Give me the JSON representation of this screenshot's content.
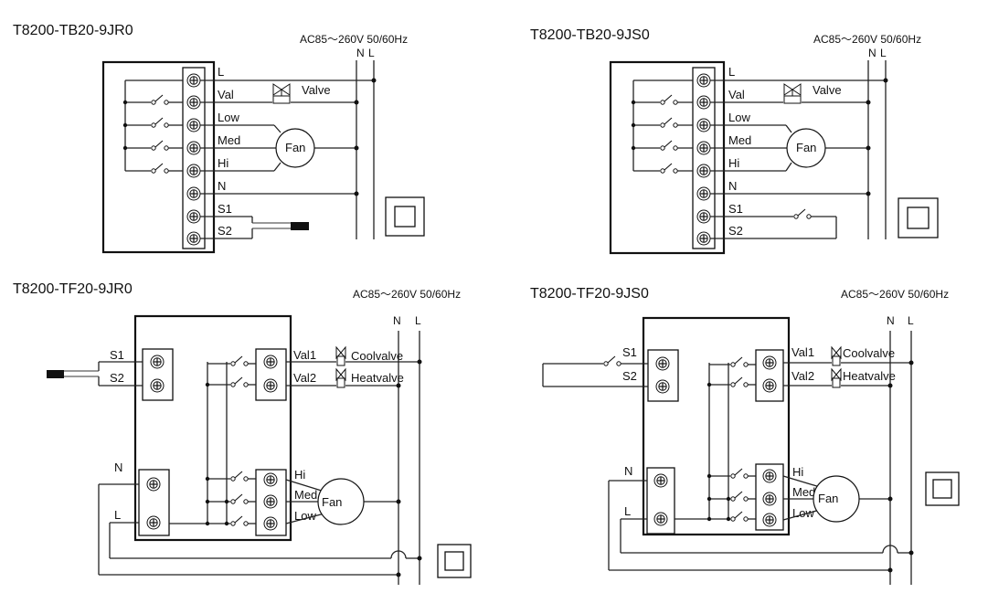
{
  "diagrams": [
    {
      "id": "tb20-jr0",
      "title": "T8200-TB20-9JR0",
      "supply": "AC85～260V 50/60Hz",
      "supply_terminals": [
        "N",
        "L"
      ],
      "terminals": [
        "L",
        "Val",
        "Low",
        "Med",
        "Hi",
        "N",
        "S1",
        "S2"
      ],
      "loads": [
        "Valve",
        "Fan"
      ]
    },
    {
      "id": "tb20-js0",
      "title": "T8200-TB20-9JS0",
      "supply": "AC85～260V 50/60Hz",
      "supply_terminals": [
        "N",
        "L"
      ],
      "terminals": [
        "L",
        "Val",
        "Low",
        "Med",
        "Hi",
        "N",
        "S1",
        "S2"
      ],
      "loads": [
        "Valve",
        "Fan"
      ]
    },
    {
      "id": "tf20-jr0",
      "title": "T8200-TF20-9JR0",
      "supply": "AC85～260V 50/60Hz",
      "supply_terminals": [
        "N",
        "L"
      ],
      "sensor_terminals": [
        "S1",
        "S2"
      ],
      "valve_terminals": [
        "Val1",
        "Val2"
      ],
      "valves": [
        "Coolvalve",
        "Heatvalve"
      ],
      "power_terminals": [
        "N",
        "L"
      ],
      "fan_terminals": [
        "Hi",
        "Med",
        "Low"
      ],
      "load": "Fan"
    },
    {
      "id": "tf20-js0",
      "title": "T8200-TF20-9JS0",
      "supply": "AC85～260V  50/60Hz",
      "supply_terminals": [
        "N",
        "L"
      ],
      "sensor_terminals": [
        "S1",
        "S2"
      ],
      "valve_terminals": [
        "Val1",
        "Val2"
      ],
      "valves": [
        "Coolvalve",
        "Heatvalve"
      ],
      "power_terminals": [
        "N",
        "L"
      ],
      "fan_terminals": [
        "Hi",
        "Med",
        "Low"
      ],
      "load": "Fan"
    }
  ]
}
